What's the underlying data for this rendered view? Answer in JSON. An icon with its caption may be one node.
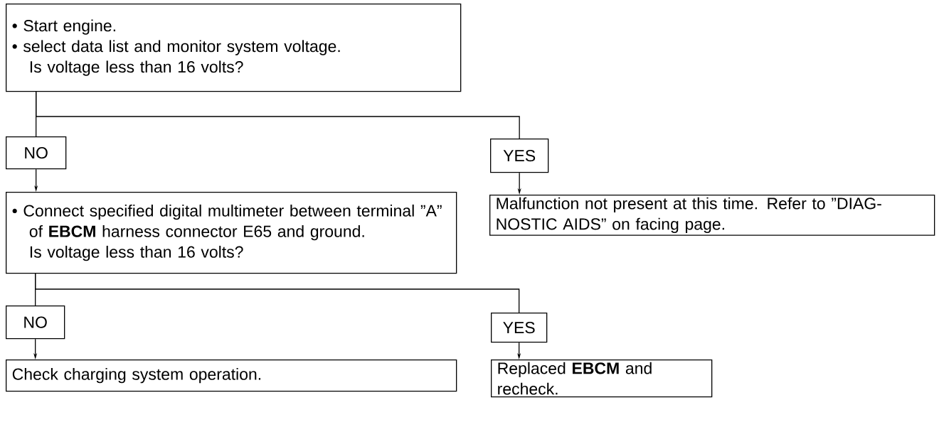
{
  "diagram": {
    "nodes": [
      {
        "text": [
          "• Start engine.",
          "• select data list and monitor system voltage.",
          "Is voltage less than 16 volts?"
        ]
      },
      {
        "text": [
          "NO"
        ]
      },
      {
        "text": [
          "YES"
        ]
      },
      {
        "text": [
          "• Connect specified digital multimeter between terminal ”A” of **EBCM** harness connector E65 and ground.",
          "Is voltage less than 16 volts?"
        ]
      },
      {
        "text": [
          "Malfunction not present at this time. Refer to ”DIAG-NOSTIC AIDS” on facing page."
        ]
      },
      {
        "text": [
          "NO"
        ]
      },
      {
        "text": [
          "YES"
        ]
      },
      {
        "text": [
          "Check charging system operation."
        ]
      },
      {
        "text": [
          "Replaced **EBCM** and recheck."
        ]
      }
    ],
    "edges": [
      {
        "from": 0,
        "to": 1,
        "arrow": "none"
      },
      {
        "from": 0,
        "to": 2,
        "arrow": "none"
      },
      {
        "from": 1,
        "to": 3,
        "arrow": "to"
      },
      {
        "from": 2,
        "to": 4,
        "arrow": "to"
      },
      {
        "from": 3,
        "to": 5,
        "arrow": "none"
      },
      {
        "from": 3,
        "to": 6,
        "arrow": "none"
      },
      {
        "from": 5,
        "to": 7,
        "arrow": "to"
      },
      {
        "from": 6,
        "to": 8,
        "arrow": "to"
      }
    ]
  }
}
